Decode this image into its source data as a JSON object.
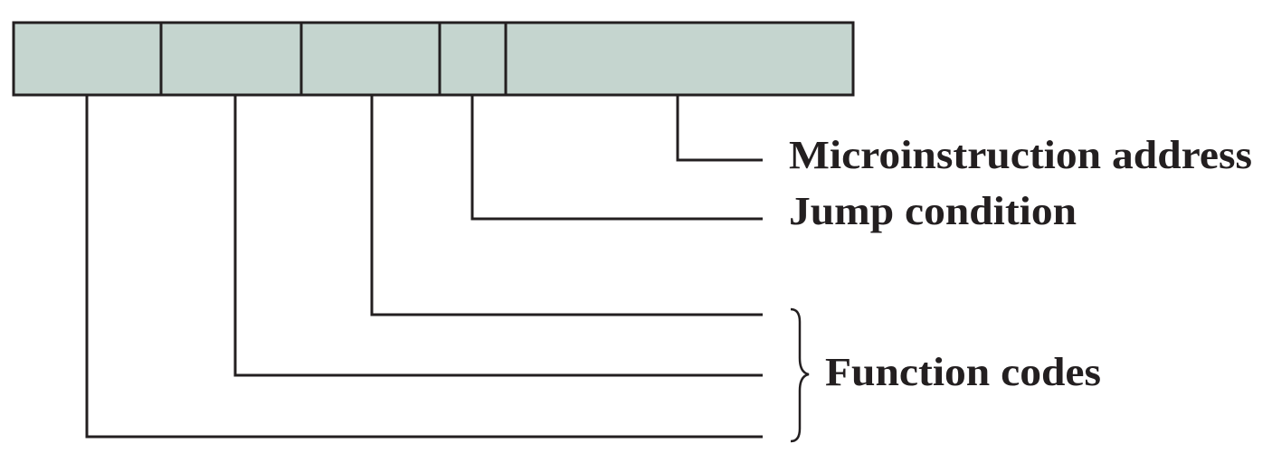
{
  "diagram": {
    "field_color": "#c5d5cf",
    "line_color": "#231f20",
    "labels": {
      "microinstruction_address": "Microinstruction address",
      "jump_condition": "Jump condition",
      "function_codes": "Function codes"
    }
  }
}
